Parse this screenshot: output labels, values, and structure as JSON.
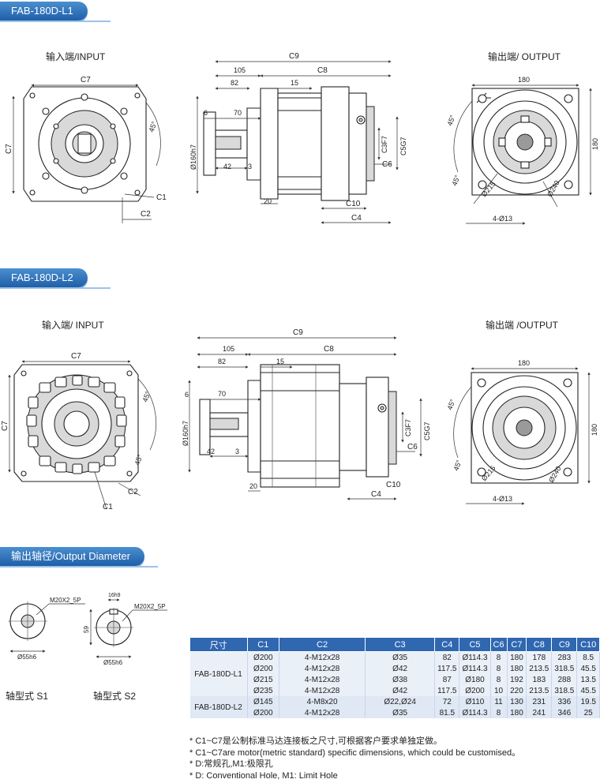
{
  "section1": {
    "tab": "FAB-180D-L1",
    "input_label": "输入端/INPUT",
    "output_label": "输出端/ OUTPUT"
  },
  "section2": {
    "tab": "FAB-180D-L2",
    "input_label": "输入端/ INPUT",
    "output_label": "输出端 /OUTPUT"
  },
  "section3": {
    "tab": "输出轴径/Output Diameter"
  },
  "dims": {
    "c7": "C7",
    "c1": "C1",
    "c2": "C2",
    "c9": "C9",
    "c8": "C8",
    "c3": "C3F7",
    "c5": "C5G7",
    "c6": "C6",
    "c10": "C10",
    "c4": "C4",
    "d105": "105",
    "d82": "82",
    "d15": "15",
    "d6": "6",
    "d70": "70",
    "d42": "42",
    "d3": "3",
    "d20": "20",
    "d160": "Ø160h7",
    "d180": "180",
    "deg45": "45°",
    "d215": "Ø215",
    "d240": "Ø240",
    "hole": "4-Ø13"
  },
  "shafts": {
    "s1_label": "轴型式 S1",
    "s2_label": "轴型式 S2",
    "thread": "M20X2_5P",
    "dia": "Ø55h6",
    "key_w": "16h9",
    "key_h": "59"
  },
  "table": {
    "headers": [
      "尺寸",
      "C1",
      "C2",
      "C3",
      "C4",
      "C5",
      "C6",
      "C7",
      "C8",
      "C9",
      "C10"
    ],
    "groups": [
      {
        "model": "FAB-180D-L1",
        "rows": [
          [
            "Ø200",
            "4-M12x28",
            "Ø35",
            "82",
            "Ø114.3",
            "8",
            "180",
            "178",
            "283",
            "8.5"
          ],
          [
            "Ø200",
            "4-M12x28",
            "Ø42",
            "117.5",
            "Ø114.3",
            "8",
            "180",
            "213.5",
            "318.5",
            "45.5"
          ],
          [
            "Ø215",
            "4-M12x28",
            "Ø38",
            "87",
            "Ø180",
            "8",
            "192",
            "183",
            "288",
            "13.5"
          ],
          [
            "Ø235",
            "4-M12x28",
            "Ø42",
            "117.5",
            "Ø200",
            "10",
            "220",
            "213.5",
            "318.5",
            "45.5"
          ]
        ]
      },
      {
        "model": "FAB-180D-L2",
        "rows": [
          [
            "Ø145",
            "4-M8x20",
            "Ø22,Ø24",
            "72",
            "Ø110",
            "11",
            "130",
            "231",
            "336",
            "19.5"
          ],
          [
            "Ø200",
            "4-M12x28",
            "Ø35",
            "81.5",
            "Ø114.3",
            "8",
            "180",
            "241",
            "346",
            "25"
          ]
        ]
      }
    ]
  },
  "notes": [
    "* C1~C7是公制标准马达连接板之尺寸,可根据客户要求单独定做。",
    "* C1~C7are motor(metric standard)  specific dimensions, which could be customised。",
    "* D:常规孔,M1:极限孔",
    "* D: Conventional Hole, M1: Limit Hole"
  ]
}
